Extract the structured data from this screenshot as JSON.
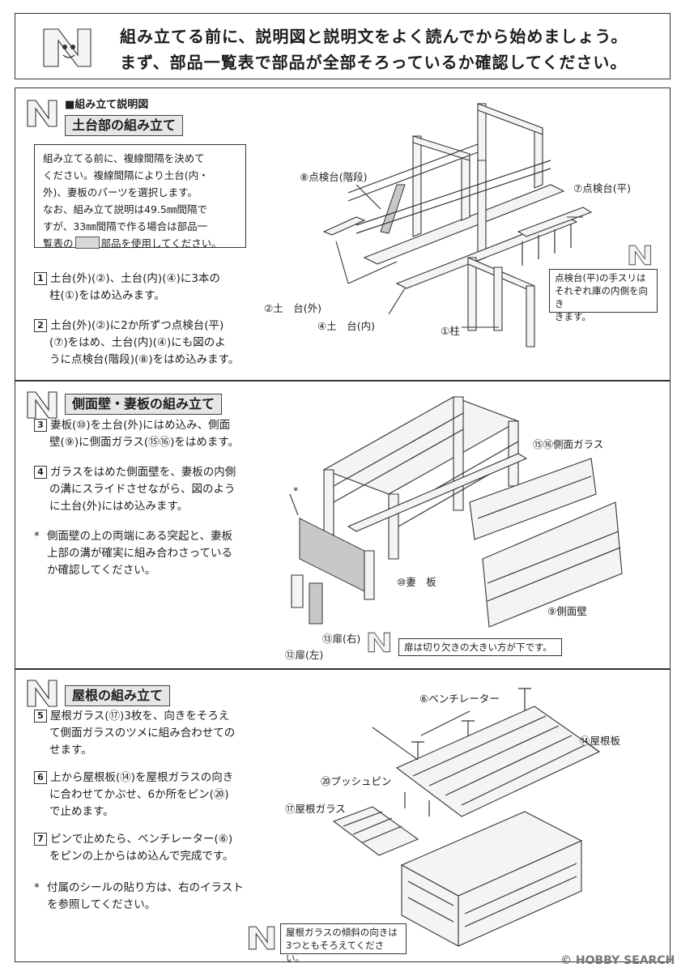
{
  "header": {
    "line1": "組み立てる前に、説明図と説明文をよく読んでから始めましょう。",
    "line2": "まず、部品一覧表で部品が全部そろっているか確認してください。"
  },
  "section1": {
    "heading": "■組み立て説明図",
    "title": "土台部の組み立て",
    "intro": [
      "組み立てる前に、複線間隔を決めて",
      "ください。複線間隔により土台(内・",
      "外)、妻板のパーツを選択します。",
      "なお、組み立て説明は49.5㎜間隔で",
      "すが、33㎜間隔で作る場合は部品一"
    ],
    "intro_last_pre": "覧表の",
    "intro_last_post": "部品を使用してください。",
    "step1_num": "1",
    "step1": [
      "土台(外)(②)、土台(内)(④)に3本の",
      "柱(①)をはめ込みます。"
    ],
    "step2_num": "2",
    "step2": [
      "土台(外)(②)に2か所ずつ点検台(平)",
      "(⑦)をはめ、土台(内)(④)にも図のよ",
      "うに点検台(階段)(⑧)をはめ込みます。"
    ],
    "labels": {
      "p8": "⑧点検台(階段)",
      "p7": "⑦点検台(平)",
      "p2": "②土　台(外)",
      "p4": "④土　台(内)",
      "p1": "①柱"
    },
    "note": [
      "点検台(平)の手スリは",
      "それぞれ庫の内側を向き",
      "きます。"
    ]
  },
  "section2": {
    "title": "側面壁・妻板の組み立て",
    "step3_num": "3",
    "step3": [
      "妻板(⑩)を土台(外)にはめ込み、側面",
      "壁(⑨)に側面ガラス(⑮⑯)をはめます。"
    ],
    "step4_num": "4",
    "step4": [
      "ガラスをはめた側面壁を、妻板の内側",
      "の溝にスライドさせながら、図のよう",
      "に土台(外)にはめ込みます。"
    ],
    "asterisk": "*",
    "star_note": [
      "側面壁の上の両端にある突起と、妻板",
      "上部の溝が確実に組み合わさっている",
      "か確認してください。"
    ],
    "labels": {
      "p1516": "⑮⑯側面ガラス",
      "p10": "⑩妻　板",
      "p9": "⑨側面壁",
      "p13": "⑬扉(右)",
      "p12": "⑫扉(左)",
      "star": "*"
    },
    "note": "扉は切り欠きの大きい方が下です。"
  },
  "section3": {
    "title": "屋根の組み立て",
    "step5_num": "5",
    "step5": [
      "屋根ガラス(⑰)3枚を、向きをそろえ",
      "て側面ガラスのツメに組み合わせての",
      "せます。"
    ],
    "step6_num": "6",
    "step6": [
      "上から屋根板(⑭)を屋根ガラスの向き",
      "に合わせてかぶせ、6か所をピン(⑳)",
      "で止めます。"
    ],
    "step7_num": "7",
    "step7": [
      "ピンで止めたら、ベンチレーター(⑥)",
      "をピンの上からはめ込んで完成です。"
    ],
    "asterisk": "*",
    "star_note": [
      "付属のシールの貼り方は、右のイラスト",
      "を参照してください。"
    ],
    "labels": {
      "p6": "⑥ベンチレーター",
      "p14": "⑭屋根板",
      "p20": "⑳プッシュピン",
      "p17": "⑰屋根ガラス"
    },
    "note": [
      "屋根ガラスの傾斜の向きは",
      "3つともそろえてください。"
    ]
  },
  "watermark": "© HOBBY SEARCH"
}
